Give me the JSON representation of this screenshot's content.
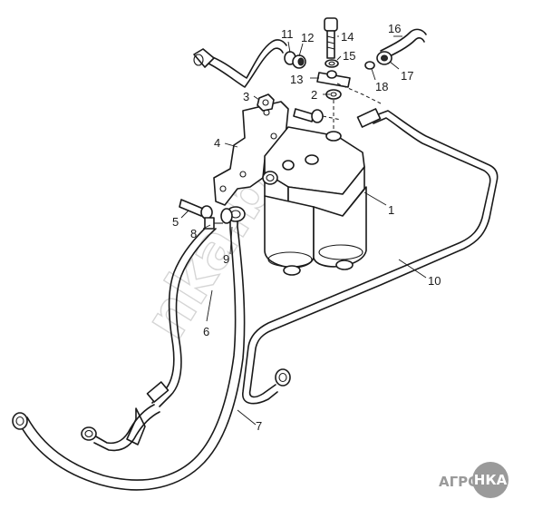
{
  "diagram": {
    "callouts": [
      "1",
      "2",
      "3",
      "4",
      "5",
      "6",
      "7",
      "8",
      "9",
      "10",
      "11",
      "12",
      "13",
      "14",
      "15",
      "16",
      "17",
      "18"
    ]
  },
  "watermark": {
    "text": "nka.by"
  },
  "logo": {
    "left_text": "АГРО",
    "badge_text": "НКА",
    "badge_color": "#9a9a9a"
  }
}
